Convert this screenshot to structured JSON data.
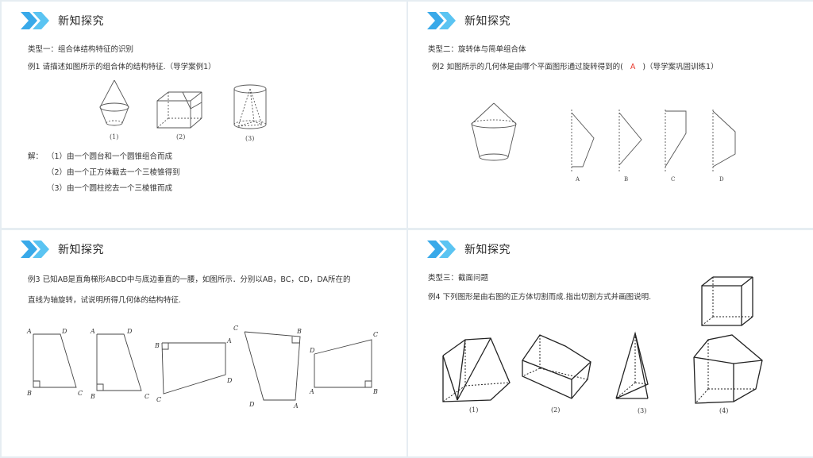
{
  "header_title": "新知探究",
  "slide1": {
    "type_label": "类型一：组合体结构特征的识别",
    "example": "例1  请描述如图所示的组合体的结构特征.（导学案例1）",
    "fig_labels": [
      "(1)",
      "(2)",
      "(3)"
    ],
    "answer_prefix": "解：",
    "answers": [
      "（1）由一个圆台和一个圆锥组合而成",
      "（2）由一个正方体截去一个三棱锥得到",
      "（3）由一个圆柱挖去一个三棱锥而成"
    ]
  },
  "slide2": {
    "type_label": "类型二：旋转体与简单组合体",
    "example_before": "例2 如图所示的几何体是由哪个平面图形通过旋转得到的(",
    "answer": "A",
    "example_after": ")（导学案巩固训练1）",
    "option_labels": [
      "A",
      "B",
      "C",
      "D"
    ]
  },
  "slide3": {
    "line1": "例3 已知AB是直角梯形ABCD中与底边垂直的一腰，如图所示．分别以AB，BC，CD，DA所在的",
    "line2": "直线为轴旋转，试说明所得几何体的结构特征.",
    "vertex_labels": {
      "A": "A",
      "B": "B",
      "C": "C",
      "D": "D"
    }
  },
  "slide4": {
    "type_label": "类型三：截面问题",
    "example": "例4  下列图形是由右图的正方体切割而成.指出切割方式并画图说明.",
    "fig_labels": [
      "(1)",
      "(2)",
      "(3)",
      "(4)"
    ]
  }
}
